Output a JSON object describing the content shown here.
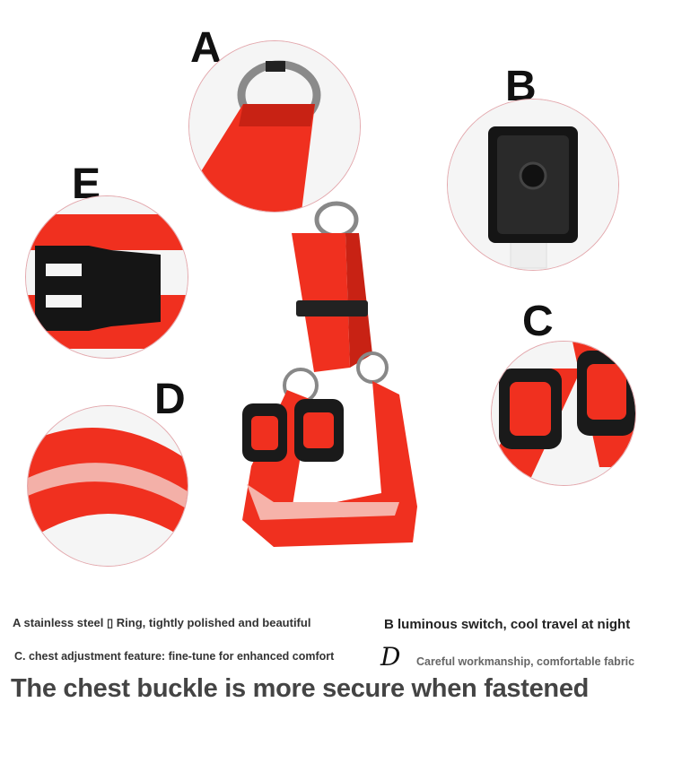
{
  "labels": {
    "a": "A",
    "b": "B",
    "c": "C",
    "d": "D",
    "e": "E"
  },
  "captions": {
    "a": "A stainless steel ▯ Ring, tightly polished and beautiful",
    "b": "B luminous switch, cool travel at night",
    "c": "C. chest adjustment feature: fine-tune for enhanced comfort",
    "d_letter": "D",
    "d": "Careful workmanship, comfortable fabric"
  },
  "headline": "The chest buckle is more secure when fastened",
  "colors": {
    "strap": "#f0301f",
    "buckle": "#1a1a1a",
    "ring": "#999999",
    "circle_border": "#e3a8ad"
  }
}
